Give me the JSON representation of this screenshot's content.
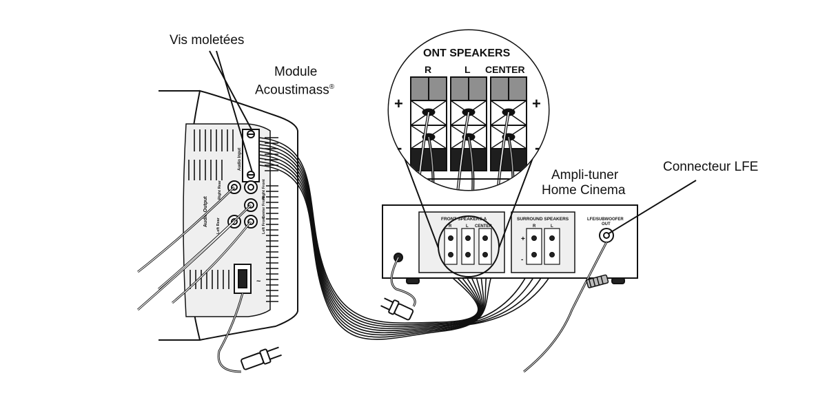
{
  "callouts": {
    "thumb_screws": "Vis moletées",
    "module_line1": "Module",
    "module_line2": "Acoustimass",
    "module_reg": "®",
    "receiver_line1": "Ampli-tuner",
    "receiver_line2": "Home Cinema",
    "lfe_connector": "Connecteur LFE"
  },
  "magnifier": {
    "header": "ONT SPEAKERS",
    "labels": [
      "R",
      "L",
      "CENTER"
    ],
    "plus": "+",
    "minus": "-"
  },
  "receiver_panel": {
    "front_header": "FRONT SPEAKERS A",
    "front_labels": [
      "R",
      "L",
      "CENTER"
    ],
    "surround_header": "SURROUND SPEAKERS",
    "surround_labels": [
      "R",
      "L"
    ],
    "lfe_line1": "LFE/SUBWOOFER",
    "lfe_line2": "OUT"
  },
  "module_panel": {
    "audio_input": "Audio Input",
    "audio_output": "Audio Output",
    "right_front": "Right Front",
    "right_rear": "Right Rear",
    "center_front": "Center Front",
    "left_front": "Left Front",
    "left_rear": "Left Rear",
    "power_symbol": "~"
  },
  "colors": {
    "line": "#111111",
    "panel": "#e6e6e6",
    "dark": "#222222",
    "mid": "#9a9a9a"
  }
}
